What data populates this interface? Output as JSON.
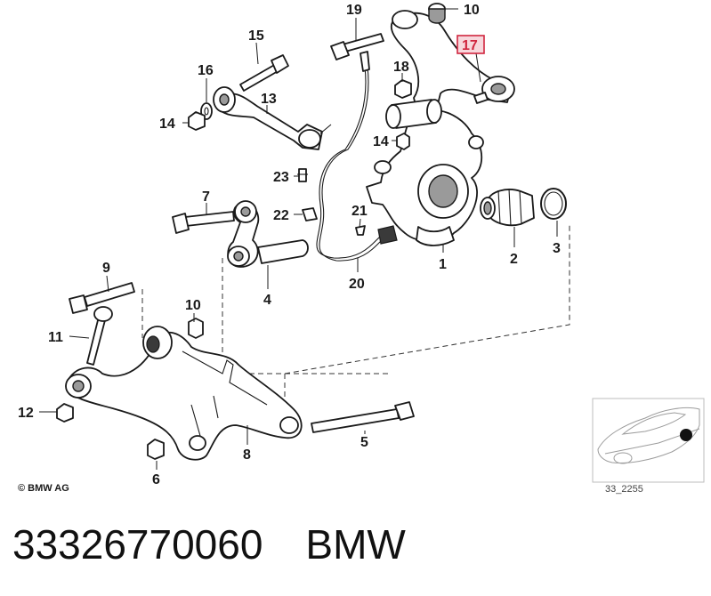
{
  "labels": {
    "p1": "1",
    "p2": "2",
    "p3": "3",
    "p4": "4",
    "p5": "5",
    "p6": "6",
    "p7": "7",
    "p8": "8",
    "p9": "9",
    "p10a": "10",
    "p10b": "10",
    "p11": "11",
    "p12": "12",
    "p13": "13",
    "p14a": "14",
    "p14b": "14",
    "p15": "15",
    "p16": "16",
    "p17": "17",
    "p18": "18",
    "p19": "19",
    "p20": "20",
    "p21": "21",
    "p22": "22",
    "p23": "23"
  },
  "highlighted_part": "17",
  "highlight_color": "#d0263f",
  "copyright": "© BMW AG",
  "inset_reference": "33_2255",
  "footer": {
    "part_number": "33326770060",
    "brand": "BMW"
  }
}
